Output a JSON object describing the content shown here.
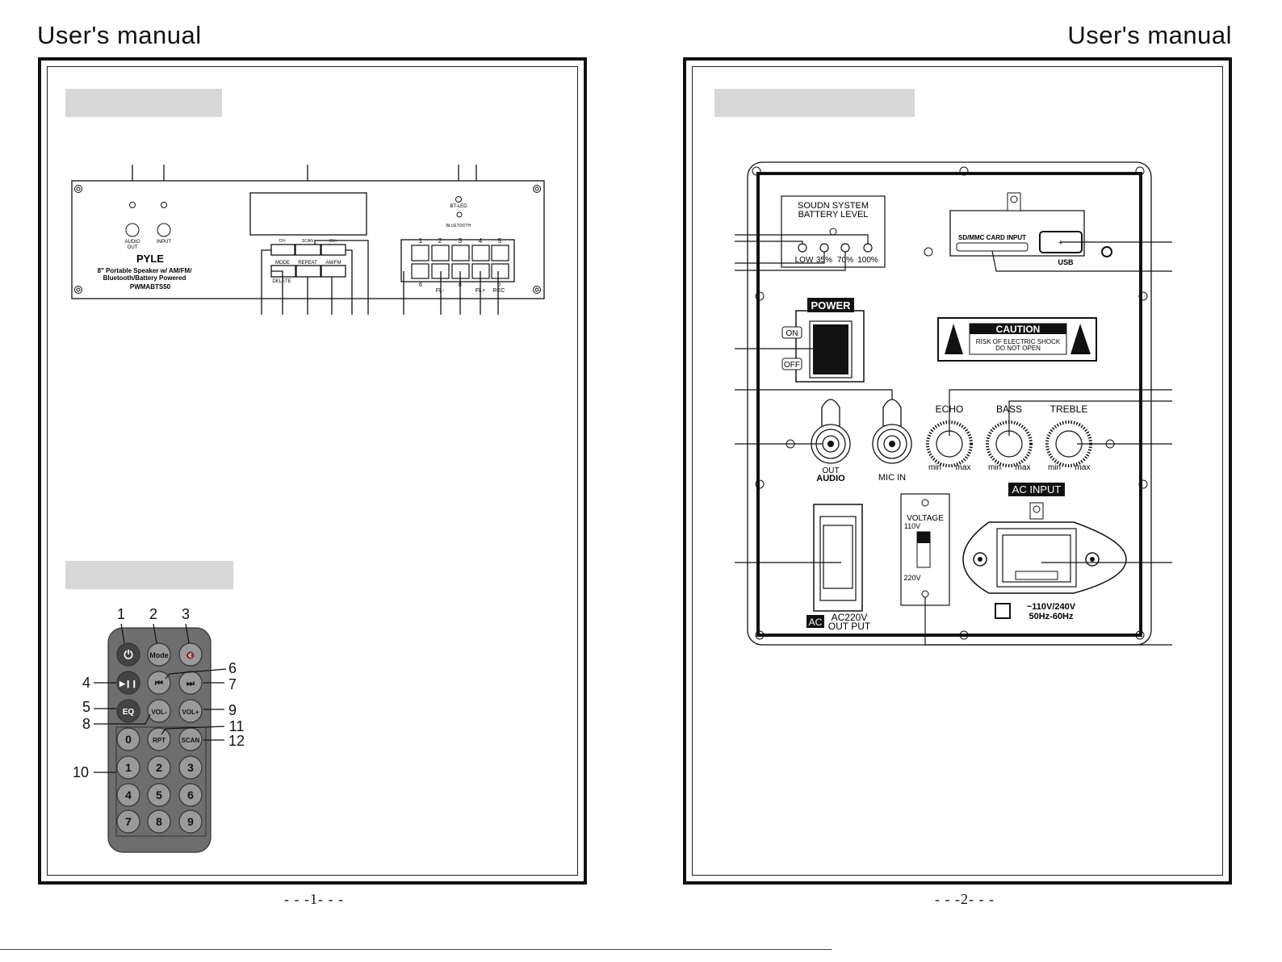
{
  "left_page": {
    "header": "User's manual",
    "page_number": "- - -1- - -",
    "front_panel": {
      "jack_labels": [
        "AUDIO",
        "OUT",
        "INPUT"
      ],
      "brand": "PYLE",
      "product_lines": [
        "8\" Portable Speaker w/ AM/FM/",
        "Bluetooth/Battery Powered"
      ],
      "model": "PWMABTS50",
      "transport_small": [
        "CH-",
        "SCAN",
        "CH+"
      ],
      "button_labels": [
        "MODE",
        "REPEAT",
        "AM/FM"
      ],
      "delete_label": "DELETE",
      "bt_led": "BT-LED",
      "bluetooth": "BLUETOOTH",
      "key_numbers_top": [
        "1",
        "2",
        "3",
        "4",
        "5"
      ],
      "key_labels_bottom": [
        "6",
        "FL-",
        "8",
        "FL+",
        "0",
        "REC"
      ]
    },
    "remote": {
      "callouts": [
        "1",
        "2",
        "3",
        "4",
        "5",
        "6",
        "7",
        "8",
        "9",
        "10",
        "11",
        "12"
      ],
      "keys": {
        "power": "⏻",
        "mode": "Mode",
        "mute": "🔇",
        "play_pause": "▶❙❙",
        "prev": "⏮",
        "next": "⏭",
        "eq": "EQ",
        "vol_minus": "VOL-",
        "vol_plus": "VOL+",
        "zero": "0",
        "rpt": "RPT",
        "scan": "SCAN",
        "digits": [
          "1",
          "2",
          "3",
          "4",
          "5",
          "6",
          "7",
          "8",
          "9"
        ]
      }
    }
  },
  "right_page": {
    "header": "User's manual",
    "page_number": "- - -2- - -",
    "rear_panel": {
      "battery_title": [
        "SOUDN SYSTEM",
        "BATTERY LEVEL"
      ],
      "battery_levels": [
        "LOW",
        "35%",
        "70%",
        "100%"
      ],
      "sd_label": "SD/MMC CARD INPUT",
      "usb_label": "USB",
      "usb_plus": "+",
      "power_label": "POWER",
      "on_label": "ON",
      "off_label": "OFF",
      "caution_title": "CAUTION",
      "caution_lines": [
        "RISK OF ELECTRIC SHOCK",
        "DO NOT OPEN"
      ],
      "jacks": [
        "OUT",
        "AUDIO",
        "MIC IN"
      ],
      "knobs": [
        "ECHO",
        "BASS",
        "TREBLE"
      ],
      "knob_min": "min",
      "knob_max": "max",
      "ac_input": "AC INPUT",
      "voltage_title": "VOLTAGE",
      "voltage_110": "110V",
      "voltage_220": "220V",
      "ac_badge": "AC",
      "ac_output": [
        "AC220V",
        "OUT PUT"
      ],
      "input_rating": [
        "~110V/240V",
        "50Hz-60Hz"
      ]
    }
  },
  "colors": {
    "frame": "#111111",
    "section_bar": "#d7d7d7",
    "remote_body": "#6e6e6e",
    "remote_button": "#9a9a9a"
  }
}
